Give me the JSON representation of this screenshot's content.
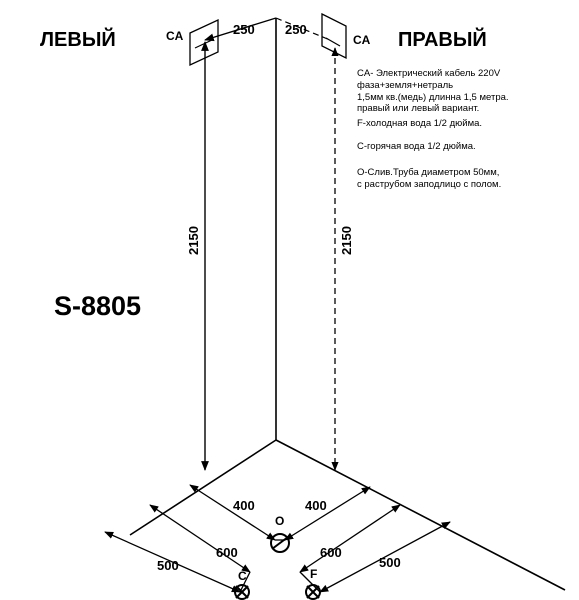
{
  "labels": {
    "left": "ЛЕВЫЙ",
    "right": "ПРАВЫЙ",
    "model": "S-8805",
    "ca_left": "CA",
    "ca_right": "CA"
  },
  "dimensions": {
    "top_left": "250",
    "top_right": "250",
    "height_left": "2150",
    "height_right": "2150",
    "base_left_400": "400",
    "base_right_400": "400",
    "base_left_600": "600",
    "base_right_600": "600",
    "base_left_500": "500",
    "base_right_500": "500"
  },
  "points": {
    "drain": "O",
    "hot": "C",
    "cold": "F"
  },
  "legend": [
    "CA- Электрический кабель 220V",
    " фаза+земля+нетраль",
    "1,5мм кв.(медь) длинна 1,5 метра.",
    "правый или левый вариант.",
    "F-холодная вода 1/2 дюйма.",
    "",
    "C-горячая вода 1/2 дюйма.",
    "",
    "O-Слив.Труба диаметром 50мм,",
    "с раструбом заподлицо с полом."
  ]
}
